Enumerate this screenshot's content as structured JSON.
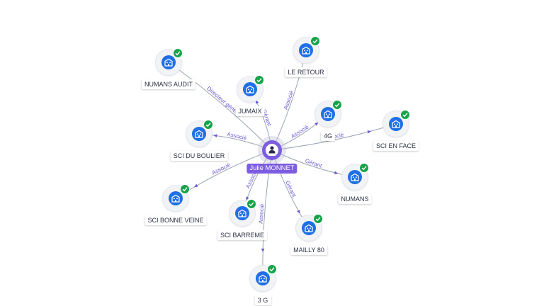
{
  "center": {
    "name": "Julie MONNET"
  },
  "colors": {
    "person": "#7c5ce0",
    "company": "#1f6fe5",
    "verified": "#17a34a",
    "edge": "#9aa3b2",
    "edge_label": "#6a5ad6"
  },
  "nodes": [
    {
      "id": "numans-audit",
      "label": "NUMANS AUDIT",
      "relation": "Directeur général",
      "icon": "building-icon",
      "verified": true
    },
    {
      "id": "jumaix",
      "label": "JUMAIX",
      "relation": "Gérant",
      "icon": "building-icon",
      "verified": true
    },
    {
      "id": "le-retour",
      "label": "LE RETOUR",
      "relation": "Associé",
      "icon": "building-icon",
      "verified": true
    },
    {
      "id": "4g",
      "label": "4G",
      "relation": "Associé",
      "icon": "building-icon",
      "verified": true
    },
    {
      "id": "sci-en-face",
      "label": "SCI EN FACE",
      "relation": "Associé",
      "icon": "building-icon",
      "verified": true
    },
    {
      "id": "sci-du-boulier",
      "label": "SCI DU BOULIER",
      "relation": "Associé",
      "icon": "building-icon",
      "verified": true
    },
    {
      "id": "numans",
      "label": "NUMANS",
      "relation": "Gérant",
      "icon": "building-icon",
      "verified": true
    },
    {
      "id": "sci-bonne-veine",
      "label": "SCI BONNE VEINE",
      "relation": "Associé",
      "icon": "building-icon",
      "verified": true
    },
    {
      "id": "sci-barreme",
      "label": "SCI BARREME",
      "relation": "Associé",
      "icon": "building-icon",
      "verified": true
    },
    {
      "id": "mailly-80",
      "label": "MAILLY 80",
      "relation": "Gérant",
      "icon": "building-icon",
      "verified": true
    },
    {
      "id": "3g",
      "label": "3 G",
      "relation": "Associé",
      "icon": "building-icon",
      "verified": true
    }
  ]
}
